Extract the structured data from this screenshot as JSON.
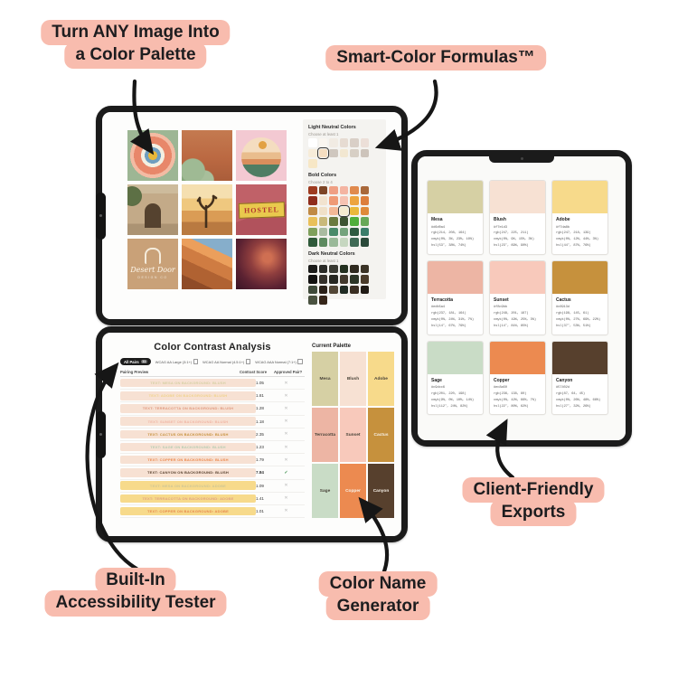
{
  "callouts": {
    "pill_color": "#f8bcae",
    "text_color": "#1d1d1f",
    "turn_any_image": {
      "lines": [
        "Turn ANY Image Into",
        "a Color Palette"
      ]
    },
    "smart_color": {
      "lines": [
        "Smart-Color Formulas™"
      ]
    },
    "client_friendly": {
      "lines": [
        "Client-Friendly",
        "Exports"
      ]
    },
    "accessibility": {
      "lines": [
        "Built-In",
        "Accessibility Tester"
      ]
    },
    "color_name": {
      "lines": [
        "Color Name",
        "Generator"
      ]
    }
  },
  "moodboard": {
    "images": [
      {
        "name": "floral-tile-art"
      },
      {
        "name": "cactus-terracotta-wall"
      },
      {
        "name": "desert-circle-illustration"
      },
      {
        "name": "adobe-doorway"
      },
      {
        "name": "joshua-tree-sunset"
      },
      {
        "name": "hostel-sign"
      },
      {
        "name": "desert-door-logo"
      },
      {
        "name": "canyon-rock-sky"
      },
      {
        "name": "antelope-canyon"
      }
    ],
    "hostel_text": "HOSTEL",
    "logo_line1": "Desert Door",
    "logo_line2": "DESIGN CO",
    "sections": [
      {
        "title": "Light Neutral Colors",
        "subtitle": "Choose at least 1",
        "selected": [
          1,
          1
        ],
        "rows": [
          [
            "#ffffff",
            "#faf6f0",
            "#f1ebe3",
            "#e6dbd2",
            "#d9cfc7",
            "#ecdfd8"
          ],
          [
            "#f7ecd9",
            "#f5ddc0",
            "#cfc7bf",
            "#f2e7d1",
            "#d7cfc5",
            "#cdc4bb"
          ],
          [
            "#f7e7c6"
          ]
        ]
      },
      {
        "title": "Bold Colors",
        "subtitle": "Choose 2 to 4",
        "selected": [
          2,
          3
        ],
        "rows": [
          [
            "#9e3b20",
            "#7d4526",
            "#ef9f84",
            "#f4b4a2",
            "#e08a4e",
            "#a9683a"
          ],
          [
            "#8f2d1c",
            "#f2e3cf",
            "#ef9a76",
            "#f6c2b2",
            "#eda43f",
            "#dd7e3c"
          ],
          [
            "#c08a45",
            "#f0e0c8",
            "#f3b896",
            "#f4ead0",
            "#e9b83b",
            "#df8a3a"
          ],
          [
            "#e9c05a",
            "#c9b97a",
            "#6a7a3f",
            "#3c5232",
            "#4fae3b",
            "#67a858"
          ],
          [
            "#7fa05c",
            "#a9bba0",
            "#4a8a6a",
            "#74a37c",
            "#2e5a40",
            "#3a7d6a"
          ],
          [
            "#2f5a3a",
            "#5d8a5f",
            "#9ab999",
            "#c6d7c0",
            "#3f6a55",
            "#2a4a3a"
          ]
        ]
      },
      {
        "title": "Dark Neutral Colors",
        "subtitle": "Choose at least 1",
        "selected": null,
        "rows": [
          [
            "#1c1c1a",
            "#2a2a26",
            "#3a3a32",
            "#23301f",
            "#2f2a1f",
            "#3b3326"
          ],
          [
            "#121110",
            "#35302a",
            "#262620",
            "#41392c",
            "#2c3526",
            "#4a3b2a"
          ],
          [
            "#3f4a3a",
            "#2a2018",
            "#514534",
            "#1f2a22",
            "#3a2e22",
            "#201a14"
          ],
          [
            "#4a5240",
            "#36261a"
          ]
        ]
      }
    ]
  },
  "contrast": {
    "title": "Color Contrast Analysis",
    "filter_pill": "All Pairs",
    "filter_pill_badge": "11",
    "filters": [
      "WCAG AA Large (3:1+)",
      "WCAG AA Normal (4.5:1+)",
      "WCAG AAA Normal (7:1+)"
    ],
    "headers": [
      "Pairing Preview",
      "Contrast Score",
      "Approved Pair?"
    ],
    "fail_glyph": "✕",
    "pass_glyph": "✓",
    "rows": [
      {
        "label": "TEXT: MESA ON BACKGROUND: BLUSH",
        "bg": "#f7e1d3",
        "fg": "#d6d0a4",
        "score": "1.05",
        "approved": false
      },
      {
        "label": "TEXT: ADOBE ON BACKGROUND: BLUSH",
        "bg": "#f7e1d3",
        "fg": "#f0d28a",
        "score": "1.81",
        "approved": false
      },
      {
        "label": "TEXT: TERRACOTTA ON BACKGROUND: BLUSH",
        "bg": "#f7e1d3",
        "fg": "#e0997f",
        "score": "1.28",
        "approved": false
      },
      {
        "label": "TEXT: SUNSET ON BACKGROUND: BLUSH",
        "bg": "#f7e1d3",
        "fg": "#f0b5a4",
        "score": "1.18",
        "approved": false
      },
      {
        "label": "TEXT: CACTUS ON BACKGROUND: BLUSH",
        "bg": "#f7e1d3",
        "fg": "#c6913d",
        "score": "2.35",
        "approved": false
      },
      {
        "label": "TEXT: SAGE ON BACKGROUND: BLUSH",
        "bg": "#f7e1d3",
        "fg": "#b5ccb1",
        "score": "1.23",
        "approved": false
      },
      {
        "label": "TEXT: COPPER ON BACKGROUND: BLUSH",
        "bg": "#f7e1d3",
        "fg": "#ec8a50",
        "score": "1.79",
        "approved": false
      },
      {
        "label": "TEXT: CANYON ON BACKGROUND: BLUSH",
        "bg": "#f7e1d3",
        "fg": "#57402d",
        "score": "7.84",
        "approved": true
      },
      {
        "label": "TEXT: MESA ON BACKGROUND: ADOBE",
        "bg": "#f7da8b",
        "fg": "#cfc694",
        "score": "1.09",
        "approved": false
      },
      {
        "label": "TEXT: TERRACOTTA ON BACKGROUND: ADOBE",
        "bg": "#f7da8b",
        "fg": "#e0a183",
        "score": "1.41",
        "approved": false
      },
      {
        "label": "TEXT: COPPER ON BACKGROUND: ADOBE",
        "bg": "#f7da8b",
        "fg": "#e68a4f",
        "score": "1.01",
        "approved": false
      }
    ],
    "palette_title": "Current Palette",
    "palette": [
      {
        "name": "Mesa",
        "hex": "#d6d0a4",
        "light_text": false
      },
      {
        "name": "Blush",
        "hex": "#f7e1d3",
        "light_text": false
      },
      {
        "name": "Adobe",
        "hex": "#f7da8b",
        "light_text": false
      },
      {
        "name": "Terracotta",
        "hex": "#edb5a4",
        "light_text": false
      },
      {
        "name": "Sunset",
        "hex": "#f8c9bb",
        "light_text": false
      },
      {
        "name": "Cactus",
        "hex": "#c6913d",
        "light_text": true
      },
      {
        "name": "Sage",
        "hex": "#c9dcc6",
        "light_text": false
      },
      {
        "name": "Copper",
        "hex": "#ec8a50",
        "light_text": true
      },
      {
        "name": "Canyon",
        "hex": "#57402d",
        "light_text": true
      }
    ]
  },
  "exports": {
    "cards": [
      {
        "name": "Mesa",
        "hex": "#d6d0a4",
        "rgb": "rgb(214, 208, 164)",
        "cmyk": "cmyk(0%, 3%, 23%, 16%)",
        "hsl": "hsl(53°, 38%, 74%)"
      },
      {
        "name": "Blush",
        "hex": "#f7e1d3",
        "rgb": "rgb(247, 225, 211)",
        "cmyk": "cmyk(0%, 9%, 15%, 3%)",
        "hsl": "hsl(23°, 69%, 90%)"
      },
      {
        "name": "Adobe",
        "hex": "#f7da8b",
        "rgb": "rgb(247, 218, 139)",
        "cmyk": "cmyk(0%, 12%, 44%, 3%)",
        "hsl": "hsl(44°, 87%, 76%)"
      },
      {
        "name": "Terracotta",
        "hex": "#edb5a4",
        "rgb": "rgb(237, 181, 164)",
        "cmyk": "cmyk(0%, 24%, 31%, 7%)",
        "hsl": "hsl(14°, 67%, 79%)"
      },
      {
        "name": "Sunset",
        "hex": "#f8c9bb",
        "rgb": "rgb(248, 201, 187)",
        "cmyk": "cmyk(0%, 19%, 25%, 3%)",
        "hsl": "hsl(14°, 81%, 85%)"
      },
      {
        "name": "Cactus",
        "hex": "#c6913d",
        "rgb": "rgb(198, 145, 61)",
        "cmyk": "cmyk(0%, 27%, 69%, 22%)",
        "hsl": "hsl(37°, 53%, 51%)"
      },
      {
        "name": "Sage",
        "hex": "#c9dcc6",
        "rgb": "rgb(201, 220, 198)",
        "cmyk": "cmyk(9%, 0%, 10%, 14%)",
        "hsl": "hsl(112°, 24%, 82%)"
      },
      {
        "name": "Copper",
        "hex": "#ec8a50",
        "rgb": "rgb(236, 138, 80)",
        "cmyk": "cmyk(0%, 42%, 66%, 7%)",
        "hsl": "hsl(22°, 80%, 62%)"
      },
      {
        "name": "Canyon",
        "hex": "#57402d",
        "rgb": "rgb(87, 64, 45)",
        "cmyk": "cmyk(0%, 26%, 48%, 66%)",
        "hsl": "hsl(27°, 32%, 26%)"
      }
    ]
  }
}
